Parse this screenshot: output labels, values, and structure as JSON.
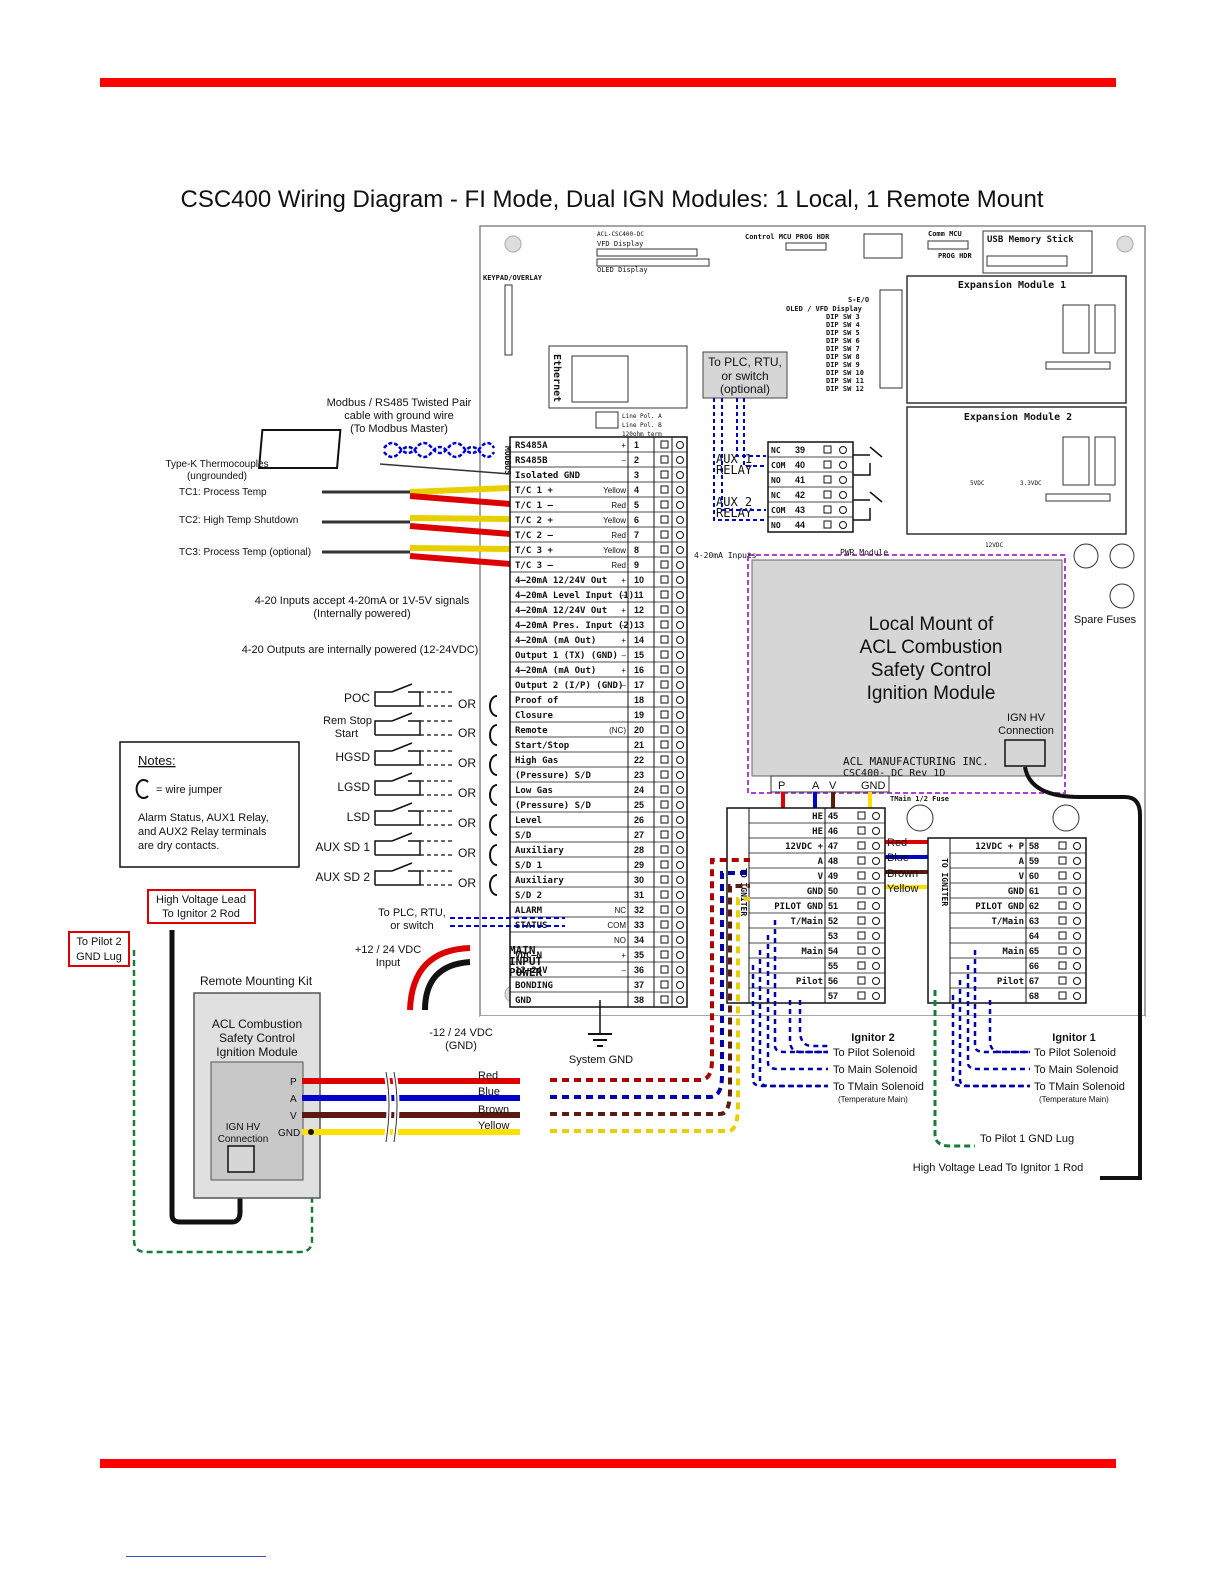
{
  "title": "CSC400 Wiring Diagram - FI Mode, Dual IGN Modules: 1 Local, 1 Remote Mount",
  "colors": {
    "red_bar": "#ff0000",
    "wire_red": "#dd0000",
    "wire_blue": "#0000cc",
    "wire_brown": "#5a1a10",
    "wire_yellow": "#ffe000",
    "wire_green": "#1a7a3a",
    "module_fill": "#d6d6d6",
    "purple": "#b040d0"
  },
  "board": {
    "vfd": "VFD Display",
    "oled": "OLED Display",
    "keypad": "KEYPAD/OVERLAY",
    "control_mcu": "Control MCU PROG HDR",
    "comm_mcu": "Comm MCU",
    "prog_hdr": "PROG HDR",
    "usb": "USB Memory Stick",
    "ethernet": "Ethernet",
    "exp1": "Expansion Module 1",
    "exp2": "Expansion Module 2",
    "pwr_module": "PWR Module",
    "inputs_420": "4-20mA Inputs",
    "spare_fuses": "Spare Fuses",
    "tmain_fuse": "TMain 1/2 Fuse",
    "dip": [
      "S-E/O",
      "OLED / VFD Display",
      "DIP SW 3",
      "DIP SW 4",
      "DIP SW 5",
      "DIP SW 6",
      "DIP SW 7",
      "DIP SW 8",
      "DIP SW 9",
      "DIP SW 10",
      "DIP SW 11",
      "DIP SW 12"
    ],
    "plc_box": [
      "To PLC, RTU,",
      "or switch",
      "(optional)"
    ],
    "modbus": "MODBUS"
  },
  "left_labels": {
    "modbus": [
      "Modbus / RS485 Twisted Pair",
      "cable with ground wire",
      "(To Modbus Master)"
    ],
    "tc_head": [
      "Type-K Thermocouples",
      "(ungrounded)"
    ],
    "tc1": "TC1: Process Temp",
    "tc2": "TC2: High Temp Shutdown",
    "tc3": "TC3: Process Temp (optional)",
    "inputs": [
      "4-20 Inputs accept 4-20mA or 1V-5V signals",
      "(Internally powered)"
    ],
    "outputs": "4-20 Outputs are internally powered (12-24VDC)",
    "switches": [
      "POC",
      "Rem Stop",
      "Start",
      "HGSD",
      "LGSD",
      "LSD",
      "AUX SD 1",
      "AUX SD 2"
    ],
    "or": "OR",
    "plc2": [
      "To PLC, RTU,",
      "or switch"
    ],
    "power_in": [
      "+12 / 24 VDC",
      "Input"
    ],
    "power_gnd": [
      "-12 / 24 VDC",
      "(GND)"
    ],
    "system_gnd": "System GND"
  },
  "notes": {
    "title": "Notes:",
    "jumper": "= wire jumper",
    "text": [
      "Alarm Status, AUX1 Relay,",
      "and AUX2 Relay terminals",
      "are dry contacts."
    ]
  },
  "terminals": [
    {
      "n": "1",
      "l": "RS485A",
      "s": "+"
    },
    {
      "n": "2",
      "l": "RS485B",
      "s": "–"
    },
    {
      "n": "3",
      "l": "Isolated GND",
      "s": ""
    },
    {
      "n": "4",
      "l": "T/C 1 +",
      "s": "Yellow"
    },
    {
      "n": "5",
      "l": "T/C 1 –",
      "s": "Red"
    },
    {
      "n": "6",
      "l": "T/C 2 +",
      "s": "Yellow"
    },
    {
      "n": "7",
      "l": "T/C 2 –",
      "s": "Red"
    },
    {
      "n": "8",
      "l": "T/C 3 +",
      "s": "Yellow"
    },
    {
      "n": "9",
      "l": "T/C 3 –",
      "s": "Red"
    },
    {
      "n": "10",
      "l": "4–20mA 12/24V Out",
      "s": "+"
    },
    {
      "n": "11",
      "l": "4–20mA Level Input (1)",
      "s": "–"
    },
    {
      "n": "12",
      "l": "4–20mA 12/24V Out",
      "s": "+"
    },
    {
      "n": "13",
      "l": "4–20mA Pres. Input (2)",
      "s": "–"
    },
    {
      "n": "14",
      "l": "4–20mA   (mA Out)",
      "s": "+"
    },
    {
      "n": "15",
      "l": "Output 1  (TX) (GND)",
      "s": "–"
    },
    {
      "n": "16",
      "l": "4–20mA   (mA Out)",
      "s": "+"
    },
    {
      "n": "17",
      "l": "Output 2  (I/P) (GND)",
      "s": "–"
    },
    {
      "n": "18",
      "l": "Proof of",
      "s": ""
    },
    {
      "n": "19",
      "l": "Closure",
      "s": ""
    },
    {
      "n": "20",
      "l": "Remote",
      "s": "(NC)"
    },
    {
      "n": "21",
      "l": "Start/Stop",
      "s": ""
    },
    {
      "n": "22",
      "l": "High Gas",
      "s": ""
    },
    {
      "n": "23",
      "l": "(Pressure) S/D",
      "s": ""
    },
    {
      "n": "24",
      "l": "Low Gas",
      "s": ""
    },
    {
      "n": "25",
      "l": "(Pressure) S/D",
      "s": ""
    },
    {
      "n": "26",
      "l": "Level",
      "s": ""
    },
    {
      "n": "27",
      "l": "S/D",
      "s": ""
    },
    {
      "n": "28",
      "l": "Auxiliary",
      "s": ""
    },
    {
      "n": "29",
      "l": "S/D 1",
      "s": ""
    },
    {
      "n": "30",
      "l": "Auxiliary",
      "s": ""
    },
    {
      "n": "31",
      "l": "S/D 2",
      "s": ""
    },
    {
      "n": "32",
      "l": "ALARM",
      "s": "NC"
    },
    {
      "n": "33",
      "l": "STATUS",
      "s": "COM"
    },
    {
      "n": "34",
      "l": "",
      "s": "NO"
    },
    {
      "n": "35",
      "l": "VDC–N",
      "s": "+"
    },
    {
      "n": "36",
      "l": "12–24V",
      "s": "–"
    },
    {
      "n": "37",
      "l": "BONDING",
      "s": ""
    },
    {
      "n": "38",
      "l": "GND",
      "s": ""
    }
  ],
  "main_input_power": [
    "MAIN",
    "INPUT",
    "POWER"
  ],
  "aux_relays": {
    "aux1": [
      "AUX 1",
      "RELAY"
    ],
    "aux2": [
      "AUX 2",
      "RELAY"
    ],
    "rows": [
      [
        "NC",
        "39"
      ],
      [
        "COM",
        "40"
      ],
      [
        "NO",
        "41"
      ],
      [
        "NC",
        "42"
      ],
      [
        "COM",
        "43"
      ],
      [
        "NO",
        "44"
      ]
    ]
  },
  "local_module": {
    "lines": [
      "Local Mount of",
      "ACL Combustion",
      "Safety Control",
      "Ignition Module"
    ],
    "hv": [
      "IGN HV",
      "Connection"
    ],
    "mfr": "ACL MANUFACTURING INC.",
    "rev": "CSC400- DC Rev 1D",
    "pins": [
      "P",
      "A",
      "V",
      "GND"
    ]
  },
  "ign2_block": {
    "rows": [
      [
        "HE",
        "45"
      ],
      [
        "HE",
        "46"
      ],
      [
        "12VDC +",
        "47"
      ],
      [
        "A",
        "48"
      ],
      [
        "V",
        "49"
      ],
      [
        "GND",
        "50"
      ],
      [
        "PILOT GND",
        "51"
      ],
      [
        "T/Main",
        "52"
      ],
      [
        "",
        "53"
      ],
      [
        "Main",
        "54"
      ],
      [
        "",
        "55"
      ],
      [
        "Pilot",
        "56"
      ],
      [
        "",
        "57"
      ]
    ],
    "side": "TO IGNITER"
  },
  "ign1_block": {
    "rows": [
      [
        "12VDC + P",
        "58"
      ],
      [
        "A",
        "59"
      ],
      [
        "V",
        "60"
      ],
      [
        "GND",
        "61"
      ],
      [
        "PILOT GND",
        "62"
      ],
      [
        "T/Main",
        "63"
      ],
      [
        "",
        "64"
      ],
      [
        "Main",
        "65"
      ],
      [
        "",
        "66"
      ],
      [
        "Pilot",
        "67"
      ],
      [
        "",
        "68"
      ]
    ],
    "side": "TO IGNITER"
  },
  "wire_colors": [
    "Red",
    "Blue",
    "Brown",
    "Yellow"
  ],
  "ignitor2": {
    "title": "Ignitor 2",
    "lines": [
      "To Pilot Solenoid",
      "To Main Solenoid",
      "To TMain Solenoid",
      "(Temperature Main)"
    ]
  },
  "ignitor1": {
    "title": "Ignitor 1",
    "lines": [
      "To Pilot Solenoid",
      "To Main Solenoid",
      "To TMain Solenoid",
      "(Temperature Main)"
    ]
  },
  "pilot1_gnd": "To Pilot 1 GND Lug",
  "hv_ign1": "High Voltage Lead To Ignitor 1 Rod",
  "hv_ign2": [
    "High Voltage Lead",
    "To Ignitor 2 Rod"
  ],
  "pilot2_gnd": [
    "To Pilot 2",
    "GND Lug"
  ],
  "remote_kit": {
    "title": "Remote Mounting Kit",
    "lines": [
      "ACL Combustion",
      "Safety Control",
      "Ignition Module"
    ],
    "pins": [
      "P",
      "A",
      "V",
      "GND"
    ],
    "hv": [
      "IGN HV",
      "Connection"
    ]
  }
}
